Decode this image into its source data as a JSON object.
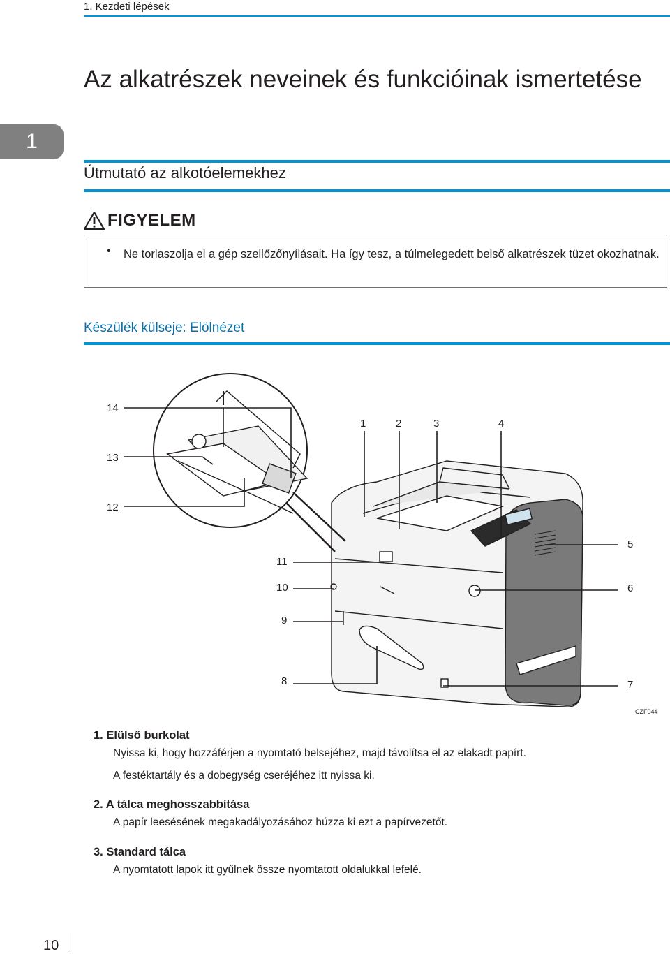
{
  "header": {
    "running_head": "1. Kezdeti lépések",
    "chapter_tab": "1"
  },
  "page_title": "Az alkatrészek neveinek és funkcióinak ismertetése",
  "section_heading": "Útmutató az alkotóelemekhez",
  "warning": {
    "title": "FIGYELEM",
    "bullet": "•",
    "text": "Ne torlaszolja el a gép szellőzőnyílásait. Ha így tesz, a túlmelegedett belső alkatrészek tüzet okozhatnak."
  },
  "subsection_heading": "Készülék külseje: Elölnézet",
  "figure": {
    "callouts": [
      "1",
      "2",
      "3",
      "4",
      "5",
      "6",
      "7",
      "8",
      "9",
      "10",
      "11",
      "12",
      "13",
      "14"
    ],
    "code": "CZF044"
  },
  "descriptions": [
    {
      "number": "1.",
      "title": "Elülső burkolat",
      "body": [
        "Nyissa ki, hogy hozzáférjen a nyomtató belsejéhez, majd távolítsa el az elakadt papírt.",
        "A festéktartály és a dobegység cseréjéhez itt nyissa ki."
      ]
    },
    {
      "number": "2.",
      "title": "A tálca meghosszabbítása",
      "body": [
        "A papír leesésének megakadályozásához húzza ki ezt a papírvezetőt."
      ]
    },
    {
      "number": "3.",
      "title": "Standard tálca",
      "body": [
        "A nyomtatott lapok itt gyűlnek össze nyomtatott oldalukkal lefelé."
      ]
    }
  ],
  "page_number": "10",
  "colors": {
    "accent": "#0096d6",
    "heading_blue": "#0b6fa8",
    "tab_gray": "#808080"
  }
}
